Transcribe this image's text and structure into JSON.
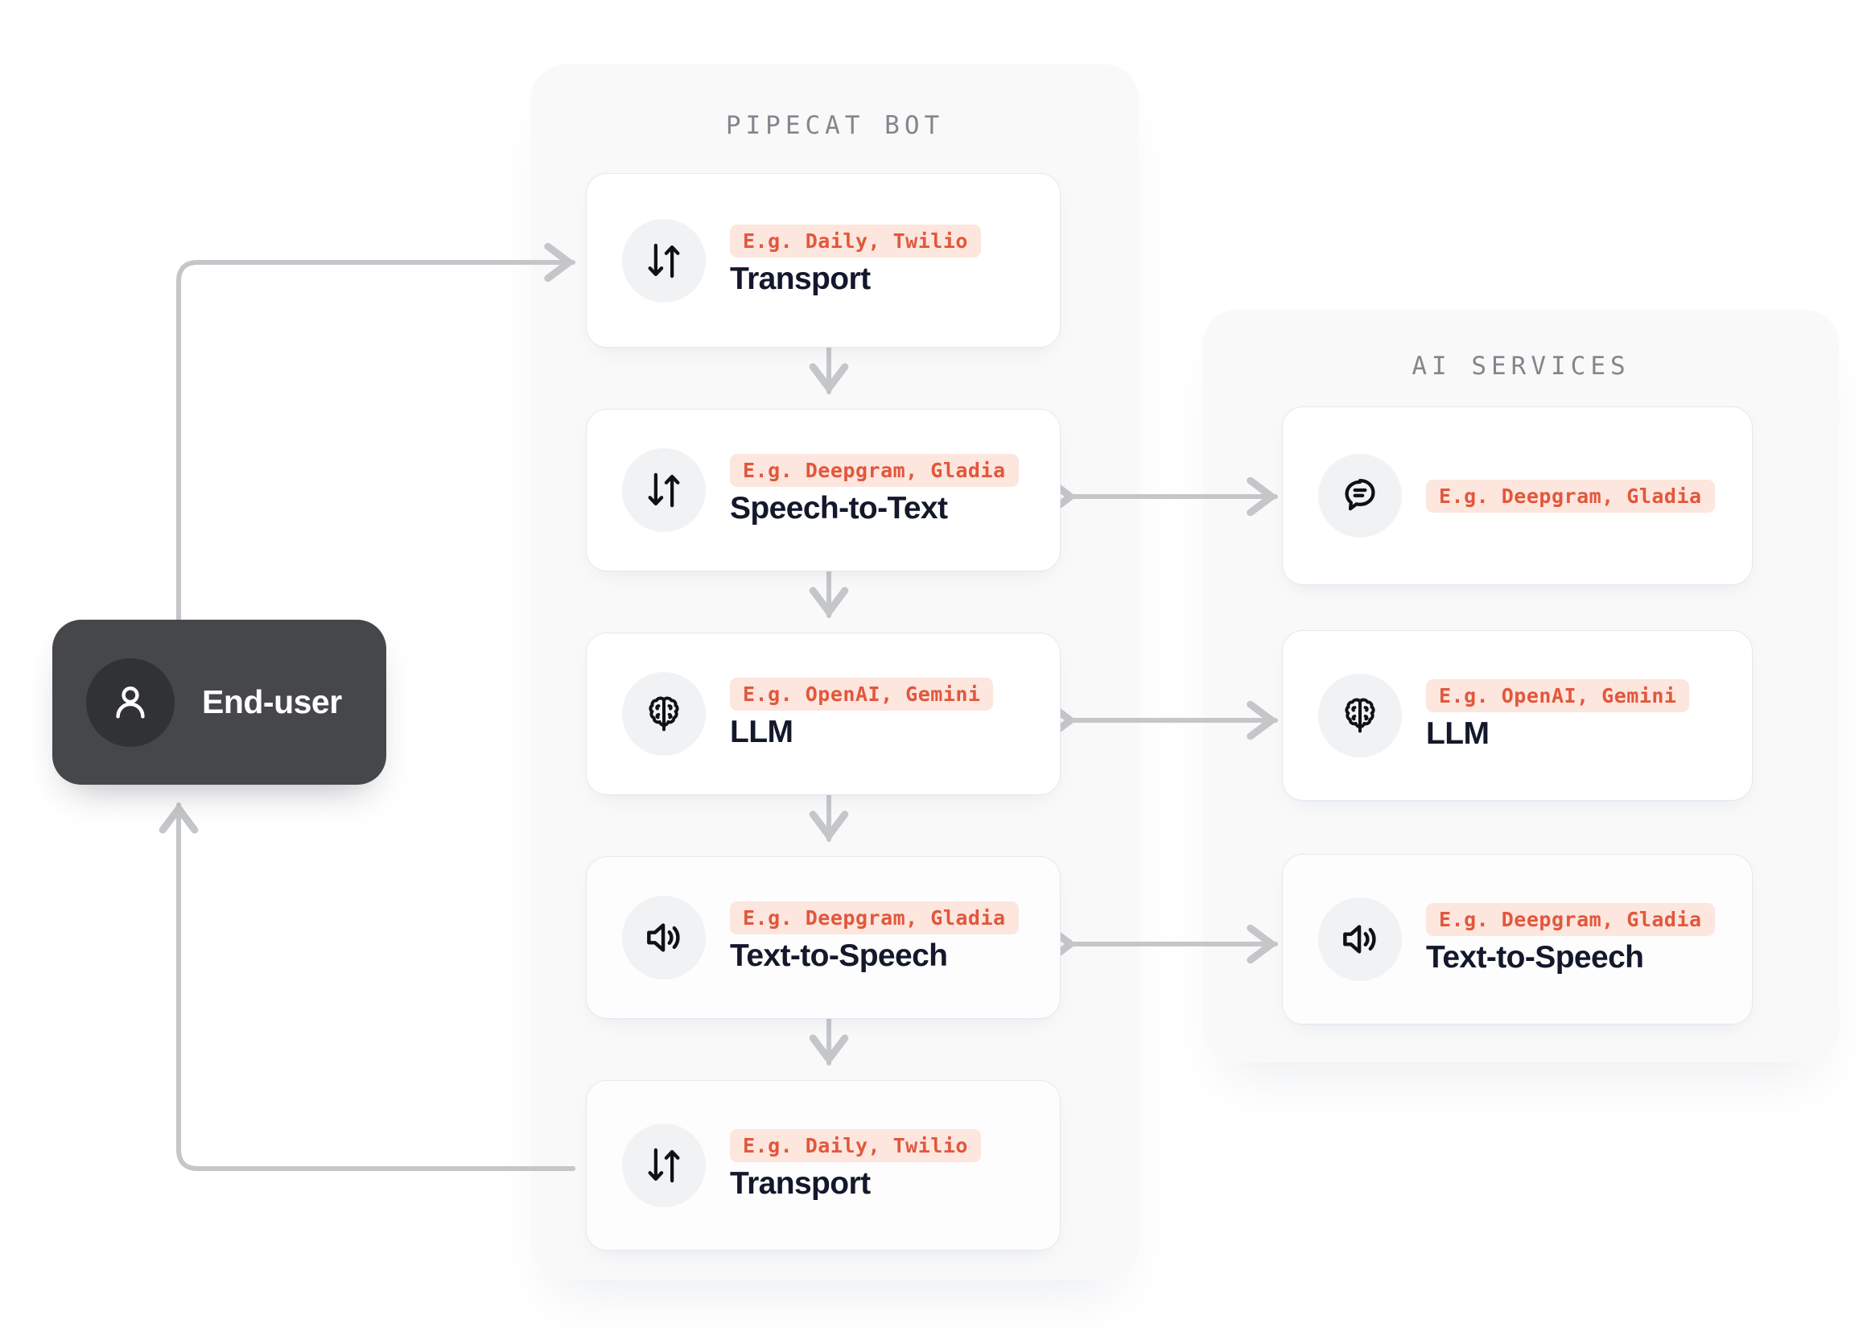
{
  "diagram": {
    "title_pipecat": "PIPECAT BOT",
    "title_ai": "AI SERVICES",
    "end_user": {
      "label": "End-user",
      "icon": "person-icon"
    },
    "colors": {
      "panel_bg": "#F9F9F9",
      "card_bg": "#FFFFFF",
      "card_border": "#E3E8F0",
      "badge_bg": "#FCE6DE",
      "badge_text": "#E2573C",
      "title_text": "#13182B",
      "panel_title_text": "#83868C",
      "end_user_bg": "#46474A",
      "arrow": "#C4C6C9"
    },
    "pipecat_nodes": [
      {
        "badge": "E.g. Daily, Twilio",
        "title": "Transport",
        "icon": "transfer-arrows-icon"
      },
      {
        "badge": "E.g. Deepgram, Gladia",
        "title": "Speech-to-Text",
        "icon": "transfer-arrows-icon"
      },
      {
        "badge": "E.g. OpenAI, Gemini",
        "title": "LLM",
        "icon": "brain-icon"
      },
      {
        "badge": "E.g. Deepgram, Gladia",
        "title": "Text-to-Speech",
        "icon": "speaker-icon"
      },
      {
        "badge": "E.g. Daily, Twilio",
        "title": "Transport",
        "icon": "transfer-arrows-icon"
      }
    ],
    "ai_nodes": [
      {
        "badge": "E.g. Deepgram, Gladia",
        "title": "",
        "icon": "speech-bubble-icon"
      },
      {
        "badge": "E.g. OpenAI, Gemini",
        "title": "LLM",
        "icon": "brain-icon"
      },
      {
        "badge": "E.g. Deepgram, Gladia",
        "title": "Text-to-Speech",
        "icon": "speaker-icon"
      }
    ]
  }
}
